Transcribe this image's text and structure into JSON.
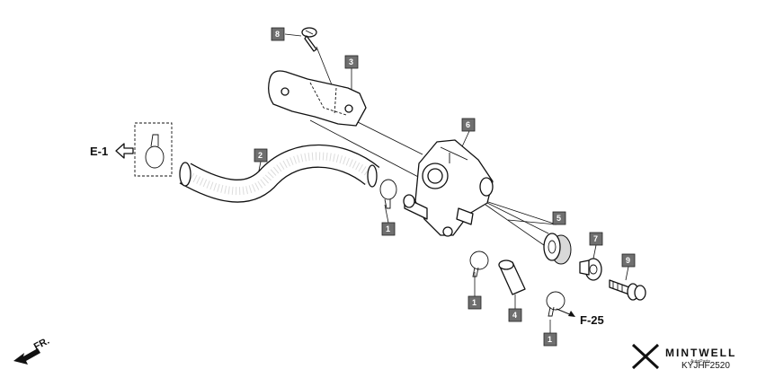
{
  "callouts": [
    {
      "id": "c8",
      "label": "8"
    },
    {
      "id": "c3",
      "label": "3"
    },
    {
      "id": "c6",
      "label": "6"
    },
    {
      "id": "c2",
      "label": "2"
    },
    {
      "id": "c1a",
      "label": "1"
    },
    {
      "id": "c5",
      "label": "5"
    },
    {
      "id": "c7",
      "label": "7"
    },
    {
      "id": "c9",
      "label": "9"
    },
    {
      "id": "c1b",
      "label": "1"
    },
    {
      "id": "c4",
      "label": "4"
    },
    {
      "id": "c1c",
      "label": "1"
    }
  ],
  "refs": {
    "e1": "E-1",
    "f25": "F-25"
  },
  "direction": {
    "label": "FR."
  },
  "brand": {
    "name": "MINTWELL",
    "sub": "AutoParts"
  },
  "diagram_code": "KYJHF2520"
}
